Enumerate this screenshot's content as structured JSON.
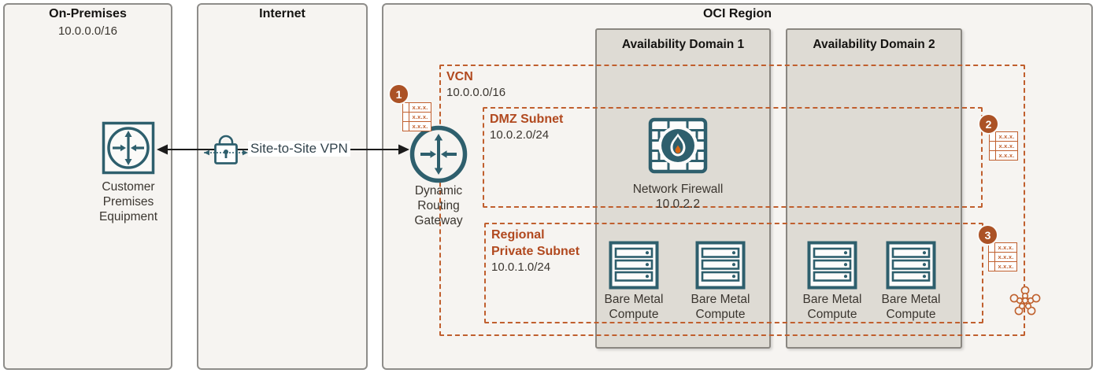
{
  "colors": {
    "icon_teal": "#2e5f6d",
    "dash_orange": "#c05f2e",
    "title_orange": "#b1491f",
    "badge_orange": "#ab5226",
    "flame_orange": "#d86613",
    "zone_background": "#f6f4f1",
    "availability_domain_background": "#dedbd4",
    "text_dark": "#3b3630"
  },
  "on_premises": {
    "title": "On-Premises",
    "cidr": "10.0.0.0/16",
    "equipment_label": {
      "line1": "Customer",
      "line2": "Premises",
      "line3": "Equipment"
    }
  },
  "internet": {
    "title": "Internet",
    "vpn_label": "Site-to-Site VPN"
  },
  "oci_region": {
    "title": "OCI Region",
    "availability_domains": [
      {
        "label": "Availability Domain 1"
      },
      {
        "label": "Availability Domain 2"
      }
    ],
    "vcn": {
      "title": "VCN",
      "cidr": "10.0.0.0/16"
    },
    "dmz_subnet": {
      "title": "DMZ Subnet",
      "cidr": "10.0.2.0/24",
      "firewall": {
        "label": "Network Firewall",
        "ip": "10.0.2.2"
      }
    },
    "regional_private_subnet": {
      "title_line1": "Regional",
      "title_line2": "Private Subnet",
      "cidr": "10.0.1.0/24",
      "server_label": {
        "line1": "Bare Metal",
        "line2": "Compute"
      }
    },
    "drg_label": {
      "line1": "Dynamic",
      "line2": "Routing",
      "line3": "Gateway"
    },
    "badges": [
      "1",
      "2",
      "3"
    ],
    "route_table_cell": "x.x.x."
  }
}
